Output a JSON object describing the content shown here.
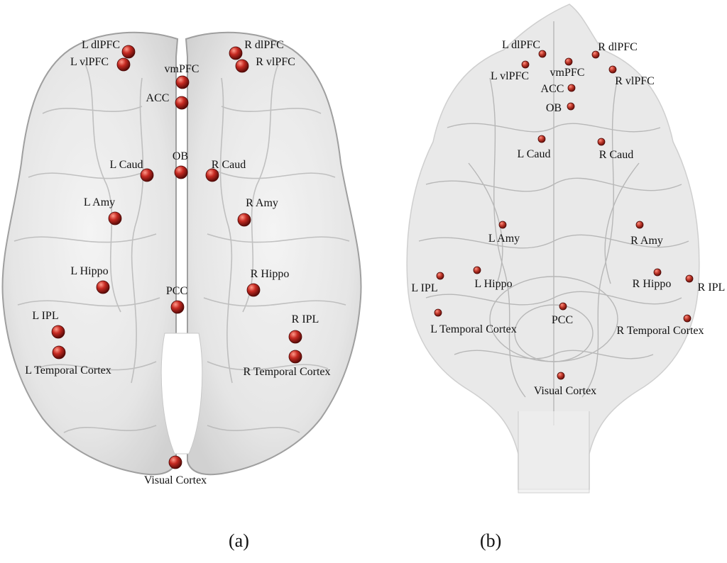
{
  "colors": {
    "node_a": "#b51e1e",
    "node_b": "#c0392b",
    "brain_fill": "#e6e6e6",
    "brain_stroke": "#9a9a9a"
  },
  "captions": {
    "a": "(a)",
    "b": "(b)"
  },
  "panels": {
    "a": {
      "regions": [
        {
          "id": "l-dlpfc",
          "label": "L dlPFC"
        },
        {
          "id": "l-vlpfc",
          "label": "L vlPFC"
        },
        {
          "id": "r-dlpfc",
          "label": "R dlPFC"
        },
        {
          "id": "r-vlpfc",
          "label": "R vlPFC"
        },
        {
          "id": "vmpfc",
          "label": "vmPFC"
        },
        {
          "id": "acc",
          "label": "ACC"
        },
        {
          "id": "l-caud",
          "label": "L Caud"
        },
        {
          "id": "ob",
          "label": "OB"
        },
        {
          "id": "r-caud",
          "label": "R Caud"
        },
        {
          "id": "l-amy",
          "label": "L Amy"
        },
        {
          "id": "r-amy",
          "label": "R Amy"
        },
        {
          "id": "l-hippo",
          "label": "L Hippo"
        },
        {
          "id": "r-hippo",
          "label": "R Hippo"
        },
        {
          "id": "pcc",
          "label": "PCC"
        },
        {
          "id": "l-ipl",
          "label": "L IPL"
        },
        {
          "id": "r-ipl",
          "label": "R IPL"
        },
        {
          "id": "l-temporal",
          "label": "L Temporal Cortex"
        },
        {
          "id": "r-temporal",
          "label": "R Temporal Cortex"
        },
        {
          "id": "visual",
          "label": "Visual Cortex"
        }
      ]
    },
    "b": {
      "regions": [
        {
          "id": "l-dlpfc",
          "label": "L dlPFC"
        },
        {
          "id": "r-dlpfc",
          "label": "R dlPFC"
        },
        {
          "id": "l-vlpfc",
          "label": "L vlPFC"
        },
        {
          "id": "vmpfc",
          "label": "vmPFC"
        },
        {
          "id": "r-vlpfc",
          "label": "R vlPFC"
        },
        {
          "id": "acc",
          "label": "ACC"
        },
        {
          "id": "ob",
          "label": "OB"
        },
        {
          "id": "l-caud",
          "label": "L Caud"
        },
        {
          "id": "r-caud",
          "label": "R Caud"
        },
        {
          "id": "l-amy",
          "label": "L Amy"
        },
        {
          "id": "r-amy",
          "label": "R Amy"
        },
        {
          "id": "l-ipl",
          "label": "L IPL"
        },
        {
          "id": "l-hippo",
          "label": "L Hippo"
        },
        {
          "id": "r-hippo",
          "label": "R Hippo"
        },
        {
          "id": "r-ipl",
          "label": "R IPL"
        },
        {
          "id": "pcc",
          "label": "PCC"
        },
        {
          "id": "l-temporal",
          "label": "L Temporal Cortex"
        },
        {
          "id": "r-temporal",
          "label": "R Temporal Cortex"
        },
        {
          "id": "visual",
          "label": "Visual Cortex"
        }
      ]
    }
  }
}
